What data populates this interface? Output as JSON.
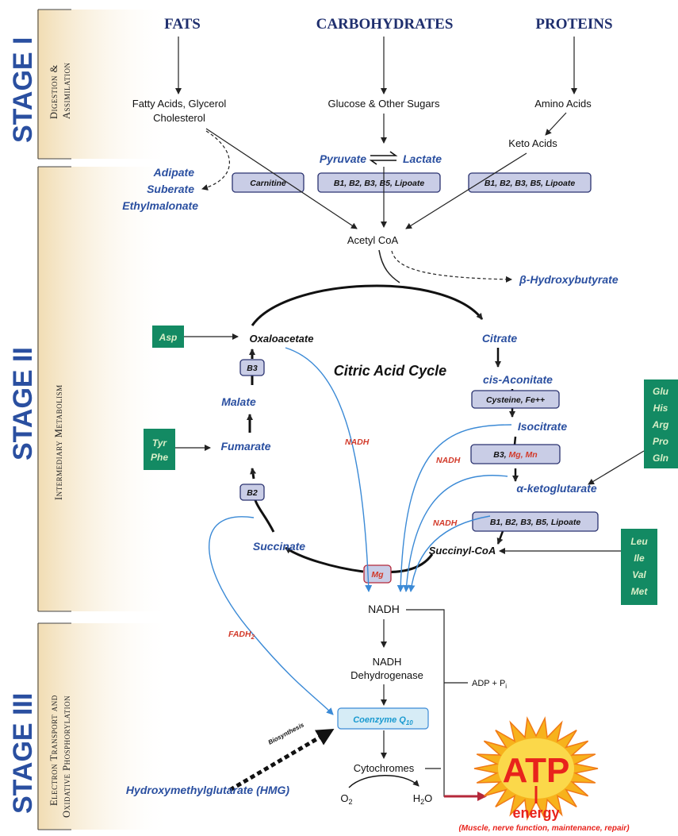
{
  "stages": [
    {
      "label": "STAGE I",
      "subtitle": [
        "Digestion &",
        "Assimilation"
      ]
    },
    {
      "label": "STAGE II",
      "subtitle": [
        "Intermediary Metabolism"
      ]
    },
    {
      "label": "STAGE III",
      "subtitle": [
        "Electron Transport and",
        "Oxidative Phosphorylation"
      ]
    }
  ],
  "macronutrients": {
    "fats": "FATS",
    "carbohydrates": "CARBOHYDRATES",
    "proteins": "PROTEINS"
  },
  "stage1": {
    "fatty_acids": [
      "Fatty Acids, Glycerol",
      "Cholesterol"
    ],
    "glucose": "Glucose & Other Sugars",
    "amino_acids": "Amino Acids",
    "keto_acids": "Keto Acids",
    "pyruvate": "Pyruvate",
    "lactate": "Lactate"
  },
  "side_products": {
    "adipate": "Adipate",
    "suberate": "Suberate",
    "ethylmalonate": "Ethylmalonate",
    "hydroxybutyrate": "β-Hydroxybutyrate"
  },
  "cofactor_boxes": {
    "carnitine": "Carnitine",
    "pyruvate_cofactors": "B1, B2, B3, B5, Lipoate",
    "keto_cofactors": "B1, B2, B3, B5, Lipoate",
    "aconitate_cofactors": "Cysteine, Fe++",
    "isocitrate_b3": "B3, ",
    "isocitrate_mg": "Mg, Mn",
    "kg_cofactors": "B1, B2, B3, B5, Lipoate",
    "malate_b3": "B3",
    "succinate_b2": "B2",
    "mg": "Mg"
  },
  "cycle": {
    "title": "Citric Acid Cycle",
    "acetyl_coa": "Acetyl CoA",
    "oxaloacetate": "Oxaloacetate",
    "citrate": "Citrate",
    "cis_aconitate": "cis-Aconitate",
    "isocitrate": "Isocitrate",
    "alpha_kg": "α-ketoglutarate",
    "succinyl_coa": "Succinyl-CoA",
    "succinate": "Succinate",
    "fumarate": "Fumarate",
    "malate": "Malate"
  },
  "amino_inputs": {
    "asp": "Asp",
    "tyr_phe": [
      "Tyr",
      "Phe"
    ],
    "glu_group": [
      "Glu",
      "His",
      "Arg",
      "Pro",
      "Gln"
    ],
    "leu_group": [
      "Leu",
      "Ile",
      "Val",
      "Met"
    ]
  },
  "labels": {
    "nadh_small": "NADH",
    "fadh2": "FADH2",
    "nadh_main": "NADH"
  },
  "stage3": {
    "dehydrogenase": [
      "NADH",
      "Dehydrogenase"
    ],
    "coenzyme": "Coenzyme Q10",
    "cytochromes": "Cytochromes",
    "o2": "O2",
    "h2o": "H2O",
    "adp": "ADP + Pi",
    "biosynthesis": "Biosynthesis",
    "hmg": "Hydroxymethylglutarate (HMG)"
  },
  "atp": {
    "label": "ATP",
    "energy": "energy",
    "uses": "(Muscle, nerve function, maintenance, repair)"
  },
  "colors": {
    "stage_blue": "#2a4fa0",
    "green_box": "#138a63",
    "red": "#e8231c",
    "arrow_blue": "#3b8ad6"
  }
}
